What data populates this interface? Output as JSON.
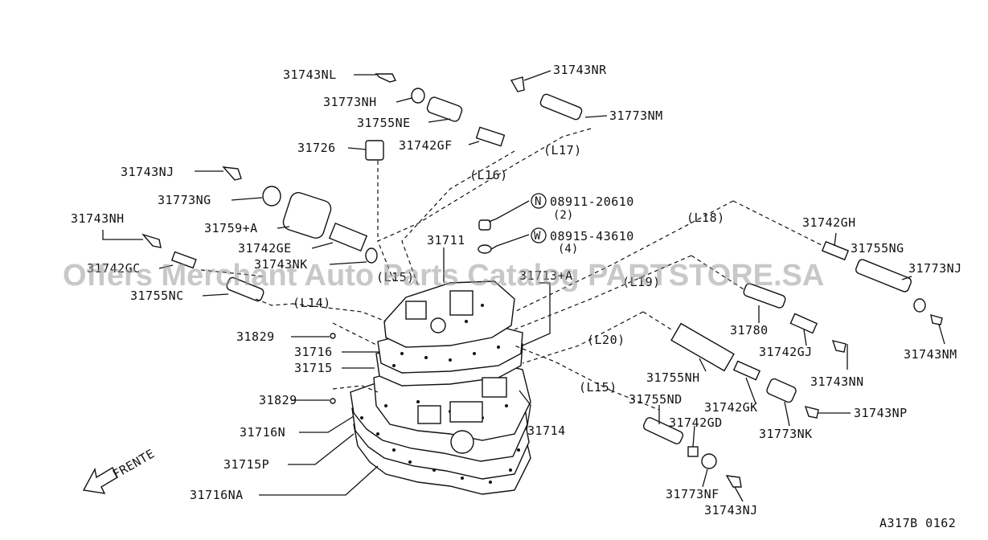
{
  "watermark": "Offers Merchant Auto Parts Catalog PARTSTORE.SA",
  "drawing_code": "A317B 0162",
  "direction_label": "FRENTE",
  "hardware": [
    {
      "symbol": "N",
      "part": "08911-20610",
      "qty": "(2)"
    },
    {
      "symbol": "W",
      "part": "08915-43610",
      "qty": "(4)"
    }
  ],
  "line_refs": [
    "(L14)",
    "(L15)",
    "(L15)",
    "(L16)",
    "(L17)",
    "(L18)",
    "(L19)",
    "(L20)"
  ],
  "part_labels": [
    "31743NL",
    "31773NH",
    "31755NE",
    "31726",
    "31742GF",
    "31743NR",
    "31773NM",
    "31743NJ",
    "31773NG",
    "31759+A",
    "31742GE",
    "31743NK",
    "31743NH",
    "31742GC",
    "31755NC",
    "31711",
    "31713+A",
    "31829",
    "31716",
    "31715",
    "31829",
    "31716N",
    "31715P",
    "31716NA",
    "31714",
    "31742GH",
    "31755NG",
    "31773NJ",
    "31743NM",
    "31780",
    "31742GJ",
    "31743NN",
    "31755NH",
    "31742GK",
    "31743NP",
    "31773NK",
    "31755ND",
    "31742GD",
    "31773NF",
    "31743NJ"
  ]
}
